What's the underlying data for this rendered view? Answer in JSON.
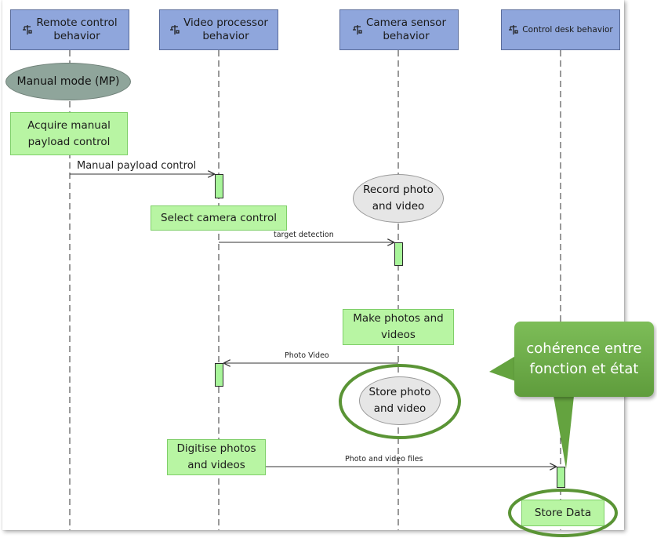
{
  "lifelines": [
    {
      "id": "rc",
      "label": "Remote control\nbehavior",
      "icon": "component-icon"
    },
    {
      "id": "vp",
      "label": "Video processor\nbehavior",
      "icon": "component-icon"
    },
    {
      "id": "cs",
      "label": "Camera sensor\nbehavior",
      "icon": "component-icon"
    },
    {
      "id": "cd",
      "label": "Control desk behavior",
      "icon": "component-icon"
    }
  ],
  "states": {
    "manual_mode": "Manual mode (MP)",
    "record": "Record photo\nand video",
    "store": "Store photo\nand video"
  },
  "actions": {
    "acquire": "Acquire manual\npayload control",
    "select_camera": "Select camera control",
    "make_photos": "Make photos and\nvideos",
    "digitise": "Digitise photos\nand videos",
    "store_data": "Store Data"
  },
  "messages": {
    "manual_payload": "Manual payload control",
    "target_detection": "target detection",
    "photo_video": "Photo Video",
    "photo_files": "Photo and video files"
  },
  "callout": {
    "text": "cohérence entre\nfonction et état"
  },
  "colors": {
    "lifeline_head": "#8fa6dc",
    "action_fill": "#b8f5a3",
    "state_fill": "#e6e6e6",
    "mode_fill": "#8fa59b",
    "callout": "#6aab46",
    "highlight_ring": "#5a9435"
  }
}
